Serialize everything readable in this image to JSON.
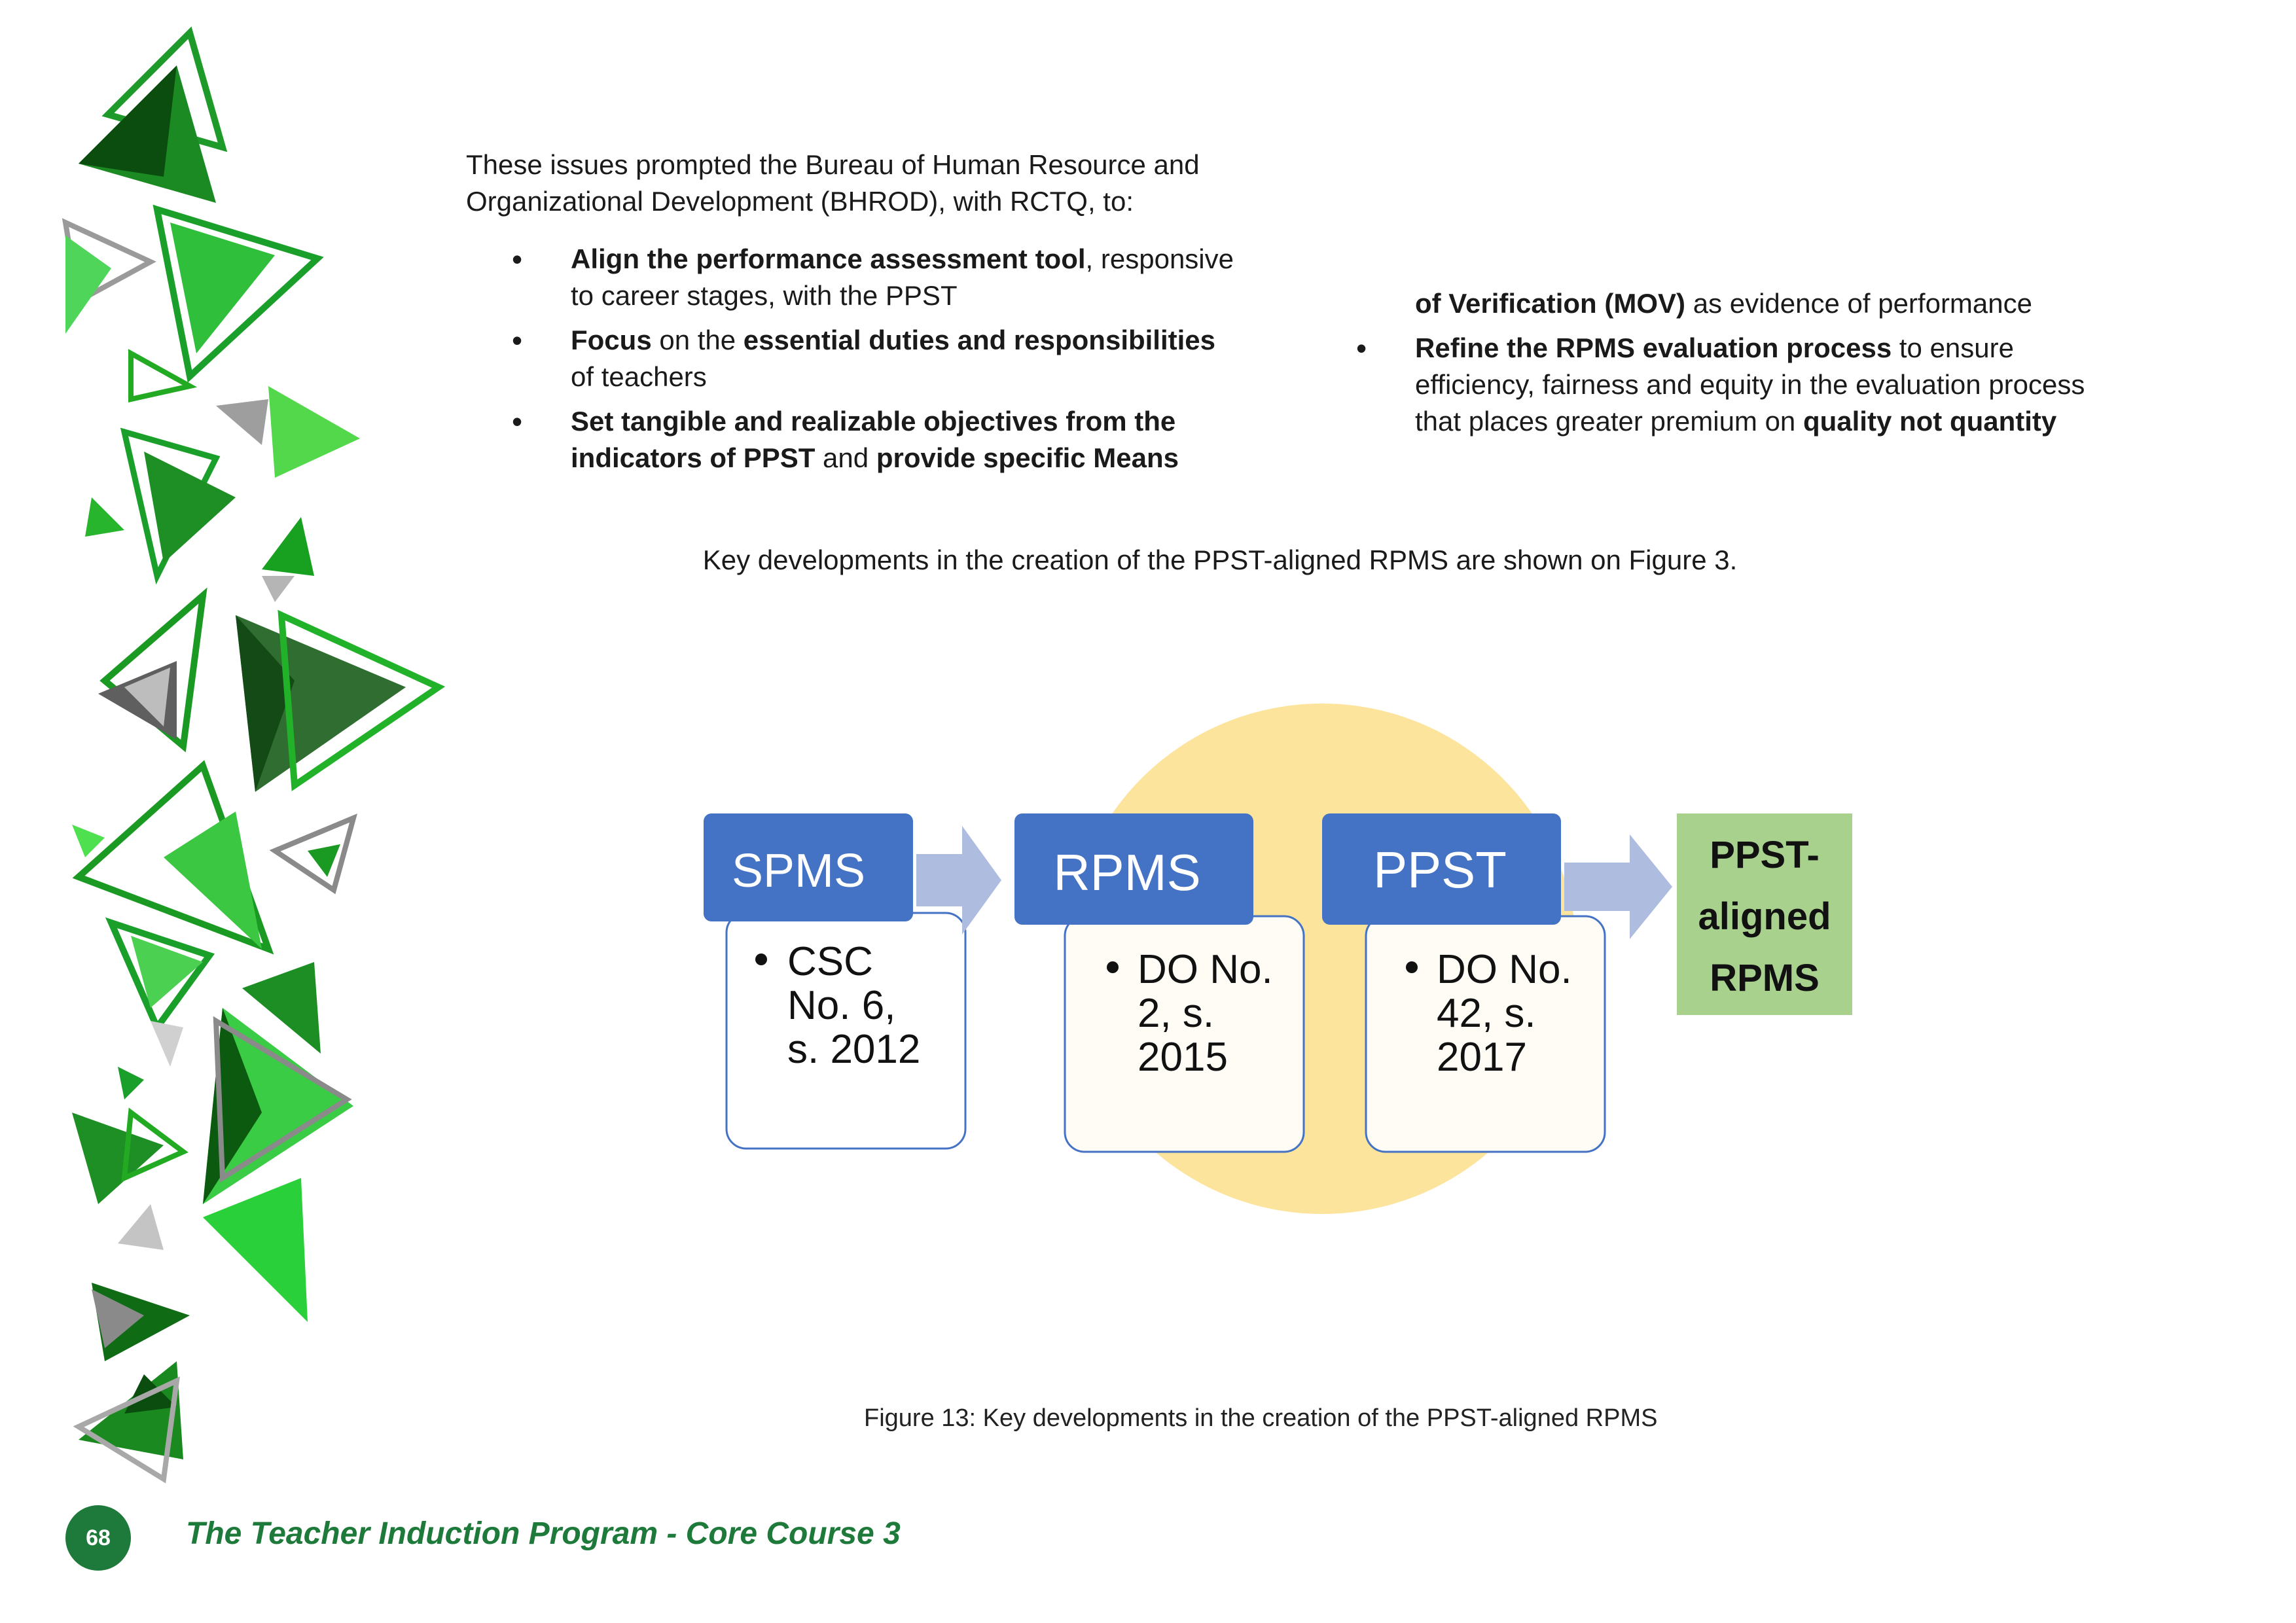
{
  "intro": {
    "line1": "These issues prompted the Bureau of Human Resource and",
    "line2": "Organizational Development (BHROD), with RCTQ, to:"
  },
  "bullets_left": [
    {
      "bold": "Align the performance assessment tool",
      "rest": ", responsive to career stages, with the PPST"
    },
    {
      "bold": "Focus",
      "mid": " on the ",
      "bold2": "essential duties and responsibilities",
      "rest": " of teachers"
    },
    {
      "bold": "Set tangible and realizable objectives from the indicators of PPST",
      "mid": " and ",
      "bold2": "provide specific Means"
    }
  ],
  "bullets_right": [
    {
      "bold": "of Verification (MOV)",
      "rest": " as evidence of performance"
    },
    {
      "bold": "Refine the RPMS evaluation process",
      "rest": " to ensure efficiency, fairness and equity in the evaluation process that places greater premium on ",
      "bold2": "quality not quantity"
    }
  ],
  "lead": "Key developments in the creation of the PPST-aligned RPMS are shown on Figure 3.",
  "diagram": {
    "stages": [
      {
        "label": "SPMS",
        "detail": [
          "CSC",
          "No. 6,",
          "s. 2012"
        ]
      },
      {
        "label": "RPMS",
        "detail": [
          "DO No.",
          "2, s.",
          "2015"
        ]
      },
      {
        "label": "PPST",
        "detail": [
          "DO No.",
          "42, s.",
          "2017"
        ]
      }
    ],
    "result": [
      "PPST-",
      "aligned",
      "RPMS"
    ],
    "colors": {
      "header": "#4472c4",
      "arrow": "#aebddf",
      "circle": "#fde49c",
      "result": "#a9d18e",
      "detail_bg": "#fefcf5"
    }
  },
  "caption": "Figure 13: Key developments in the creation of the PPST-aligned RPMS",
  "footer": {
    "page_number": "68",
    "title": "The Teacher Induction Program - Core Course 3"
  }
}
